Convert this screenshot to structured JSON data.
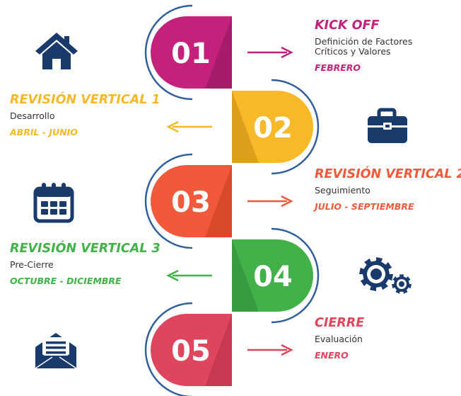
{
  "steps": [
    {
      "number": "01",
      "title": "KICK OFF",
      "description": [
        "Definición de Factores",
        "Críticos y Valores"
      ],
      "period": "FEBRERO",
      "color": "#c4217c",
      "shadow": "#8e1a5c",
      "icon": "home-icon"
    },
    {
      "number": "02",
      "title": "REVISIÓN VERTICAL 1",
      "description": [
        "Desarrollo"
      ],
      "period": "ABRIL - JUNIO",
      "color": "#f7b928",
      "shadow": "#c98d14",
      "icon": "briefcase-icon"
    },
    {
      "number": "03",
      "title": "REVISIÓN VERTICAL 2",
      "description": [
        "Seguimiento"
      ],
      "period": "JULIO - SEPTIEMBRE",
      "color": "#f05a3a",
      "shadow": "#c2401f",
      "icon": "calendar-icon"
    },
    {
      "number": "04",
      "title": "REVISIÓN VERTICAL 3",
      "description": [
        "Pre-Cierre"
      ],
      "period": "OCTUBRE - DICIEMBRE",
      "color": "#43b149",
      "shadow": "#2e8a36",
      "icon": "gears-icon"
    },
    {
      "number": "05",
      "title": "CIERRE",
      "description": [
        "Evaluación"
      ],
      "period": "ENERO",
      "color": "#e0455e",
      "shadow": "#b02f45",
      "icon": "mail-icon"
    }
  ],
  "icon_color": "#183b6b",
  "arc_color": "#2f5f9c"
}
